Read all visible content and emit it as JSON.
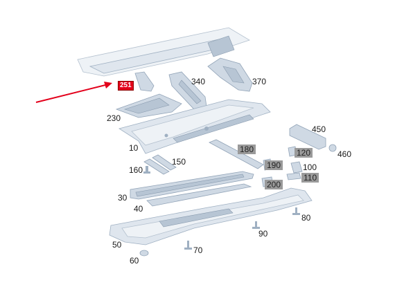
{
  "diagram": {
    "highlighted_part": "251",
    "arrow_color": "#e3001b",
    "callouts": [
      {
        "id": "251",
        "style": "red"
      },
      {
        "id": "340",
        "style": "plain"
      },
      {
        "id": "370",
        "style": "plain"
      },
      {
        "id": "230",
        "style": "plain"
      },
      {
        "id": "10",
        "style": "plain"
      },
      {
        "id": "450",
        "style": "plain"
      },
      {
        "id": "460",
        "style": "plain"
      },
      {
        "id": "180",
        "style": "grey"
      },
      {
        "id": "120",
        "style": "grey"
      },
      {
        "id": "190",
        "style": "grey"
      },
      {
        "id": "100",
        "style": "plain"
      },
      {
        "id": "110",
        "style": "grey"
      },
      {
        "id": "200",
        "style": "grey"
      },
      {
        "id": "160",
        "style": "plain"
      },
      {
        "id": "150",
        "style": "plain"
      },
      {
        "id": "30",
        "style": "plain"
      },
      {
        "id": "40",
        "style": "plain"
      },
      {
        "id": "80",
        "style": "plain"
      },
      {
        "id": "90",
        "style": "plain"
      },
      {
        "id": "50",
        "style": "plain"
      },
      {
        "id": "70",
        "style": "plain"
      },
      {
        "id": "60",
        "style": "plain"
      }
    ]
  }
}
